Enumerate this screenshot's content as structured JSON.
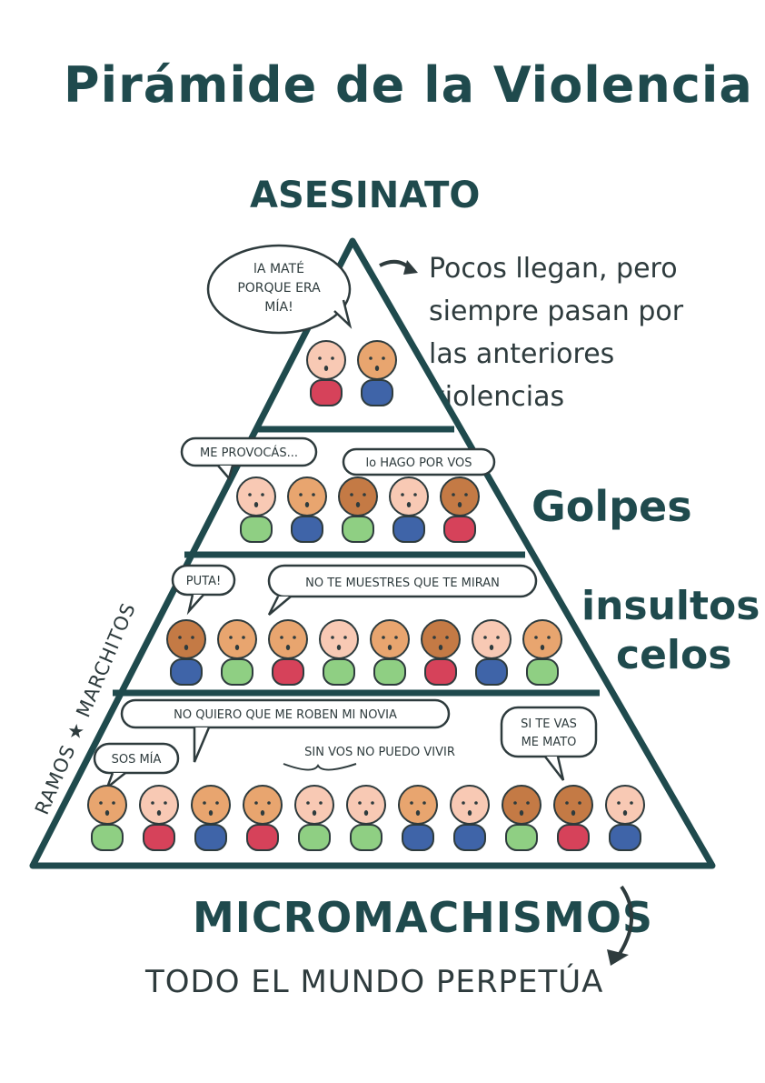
{
  "title": "Pirámide de la Violencia",
  "levels": {
    "top_label": "ASESINATO",
    "golpes_label": "Golpes",
    "insultos_label": "insultos",
    "celos_label": "celos",
    "base_label": "MICROMACHISMOS"
  },
  "notes": {
    "top_note_line1": "Pocos llegan, pero",
    "top_note_line2": "siempre pasan por",
    "top_note_line3": "las anteriores",
    "top_note_line4": "violencias",
    "bottom_note": "TODO EL MUNDO PERPETÚA"
  },
  "side_text": "RAMOS ★ MARCHITOS",
  "speech": {
    "top": [
      "lA MATÉ",
      "PORQUE ERA",
      "MÍA!"
    ],
    "golpes_1": "ME PROVOCÁS...",
    "golpes_2": "lo HAGO POR VOS",
    "insultos_1": "PUTA!",
    "insultos_2": "NO TE MUESTRES QUE TE MIRAN",
    "base_1": "NO QUIERO QUE ME ROBEN MI NOVIA",
    "base_2": "SOS MÍA",
    "base_3": "SIN VOS NO PUEDO VIVIR",
    "base_4": [
      "SI TE VAS",
      "ME MATO"
    ]
  },
  "colors": {
    "outline": "#1f4a4d",
    "skin_light": "#f8c9b4",
    "skin_mid": "#e8a56f",
    "skin_dark": "#c47a45",
    "shirt_red": "#d6425a",
    "shirt_blue": "#3f64a8",
    "shirt_green": "#8fcf83"
  }
}
